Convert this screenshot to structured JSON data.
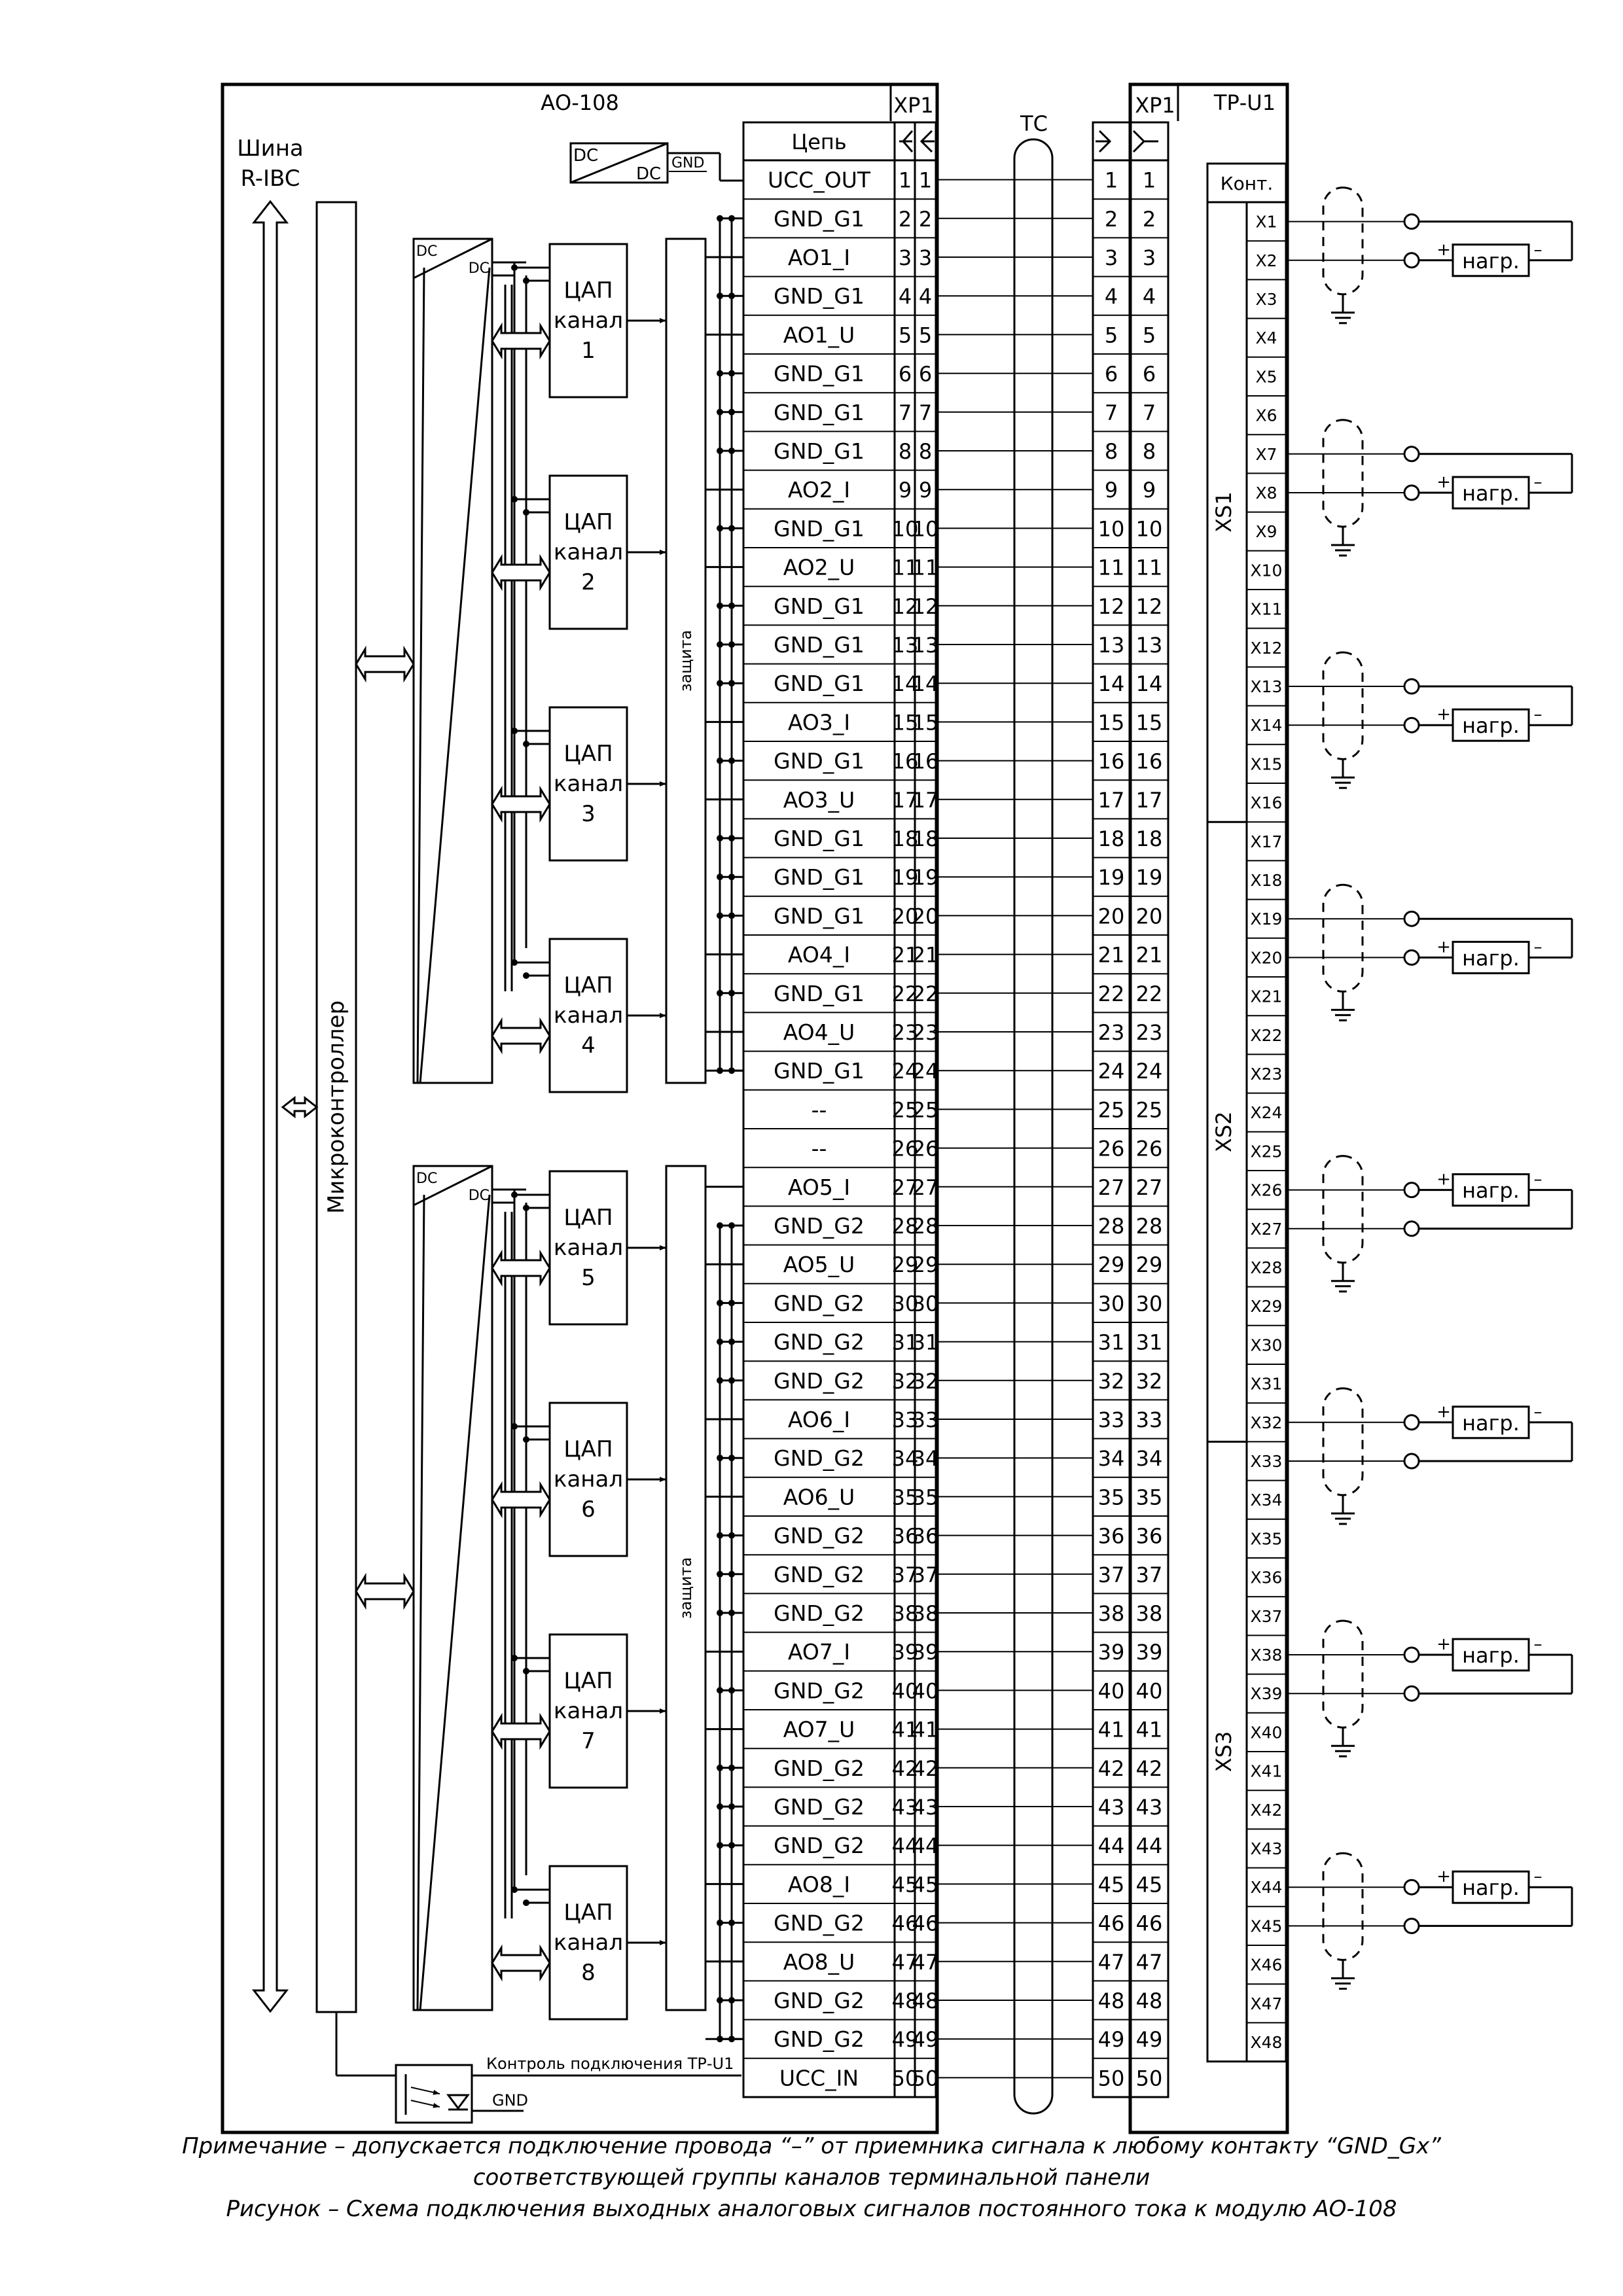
{
  "module": {
    "name": "АО-108",
    "bus_label": [
      "Шина",
      "R-IBC"
    ],
    "microcontroller_label": "Микроконтроллер",
    "dcdc_top": "DC",
    "dcdc_bottom": "DC",
    "ext_dcdc_top": "DC",
    "ext_dcdc_bottom": "DC",
    "ext_gnd": "GND",
    "protection_label": "защита",
    "dac_label": [
      "ЦАП",
      "канал"
    ],
    "dac_channels": [
      "1",
      "2",
      "3",
      "4",
      "5",
      "6",
      "7",
      "8"
    ],
    "control_label": "Контроль подключения ТР-U1",
    "control_gnd": "GND"
  },
  "connector_left": {
    "name": "ХР1",
    "header_circuit": "Цепь",
    "pins": [
      {
        "n": "1",
        "signal": "UCC_OUT"
      },
      {
        "n": "2",
        "signal": "GND_G1"
      },
      {
        "n": "3",
        "signal": "AO1_I"
      },
      {
        "n": "4",
        "signal": "GND_G1"
      },
      {
        "n": "5",
        "signal": "AO1_U"
      },
      {
        "n": "6",
        "signal": "GND_G1"
      },
      {
        "n": "7",
        "signal": "GND_G1"
      },
      {
        "n": "8",
        "signal": "GND_G1"
      },
      {
        "n": "9",
        "signal": "AO2_I"
      },
      {
        "n": "10",
        "signal": "GND_G1"
      },
      {
        "n": "11",
        "signal": "AO2_U"
      },
      {
        "n": "12",
        "signal": "GND_G1"
      },
      {
        "n": "13",
        "signal": "GND_G1"
      },
      {
        "n": "14",
        "signal": "GND_G1"
      },
      {
        "n": "15",
        "signal": "AO3_I"
      },
      {
        "n": "16",
        "signal": "GND_G1"
      },
      {
        "n": "17",
        "signal": "AO3_U"
      },
      {
        "n": "18",
        "signal": "GND_G1"
      },
      {
        "n": "19",
        "signal": "GND_G1"
      },
      {
        "n": "20",
        "signal": "GND_G1"
      },
      {
        "n": "21",
        "signal": "AO4_I"
      },
      {
        "n": "22",
        "signal": "GND_G1"
      },
      {
        "n": "23",
        "signal": "AO4_U"
      },
      {
        "n": "24",
        "signal": "GND_G1"
      },
      {
        "n": "25",
        "signal": "--"
      },
      {
        "n": "26",
        "signal": "--"
      },
      {
        "n": "27",
        "signal": "AO5_I"
      },
      {
        "n": "28",
        "signal": "GND_G2"
      },
      {
        "n": "29",
        "signal": "AO5_U"
      },
      {
        "n": "30",
        "signal": "GND_G2"
      },
      {
        "n": "31",
        "signal": "GND_G2"
      },
      {
        "n": "32",
        "signal": "GND_G2"
      },
      {
        "n": "33",
        "signal": "AO6_I"
      },
      {
        "n": "34",
        "signal": "GND_G2"
      },
      {
        "n": "35",
        "signal": "AO6_U"
      },
      {
        "n": "36",
        "signal": "GND_G2"
      },
      {
        "n": "37",
        "signal": "GND_G2"
      },
      {
        "n": "38",
        "signal": "GND_G2"
      },
      {
        "n": "39",
        "signal": "AO7_I"
      },
      {
        "n": "40",
        "signal": "GND_G2"
      },
      {
        "n": "41",
        "signal": "AO7_U"
      },
      {
        "n": "42",
        "signal": "GND_G2"
      },
      {
        "n": "43",
        "signal": "GND_G2"
      },
      {
        "n": "44",
        "signal": "GND_G2"
      },
      {
        "n": "45",
        "signal": "AO8_I"
      },
      {
        "n": "46",
        "signal": "GND_G2"
      },
      {
        "n": "47",
        "signal": "AO8_U"
      },
      {
        "n": "48",
        "signal": "GND_G2"
      },
      {
        "n": "49",
        "signal": "GND_G2"
      },
      {
        "n": "50",
        "signal": "UCC_IN"
      }
    ]
  },
  "cable": {
    "label": "ТС"
  },
  "terminal_panel": {
    "name": "ТР-U1",
    "connector": "ХР1",
    "contacts_header": "Конт.",
    "groups": [
      "XS1",
      "XS2",
      "XS3"
    ],
    "contacts": [
      "X1",
      "X2",
      "X3",
      "X4",
      "X5",
      "X6",
      "X7",
      "X8",
      "X9",
      "X10",
      "X11",
      "X12",
      "X13",
      "X14",
      "X15",
      "X16",
      "X17",
      "X18",
      "X19",
      "X20",
      "X21",
      "X22",
      "X23",
      "X24",
      "X25",
      "X26",
      "X27",
      "X28",
      "X29",
      "X30",
      "X31",
      "X32",
      "X33",
      "X34",
      "X35",
      "X36",
      "X37",
      "X38",
      "X39",
      "X40",
      "X41",
      "X42",
      "X43",
      "X44",
      "X45",
      "X46",
      "X47",
      "X48"
    ]
  },
  "load": {
    "label": "нагр.",
    "plus": "+",
    "minus": "–"
  },
  "captions": {
    "note_line1": "Примечание – допускается подключение провода “–” от приемника сигнала к любому контакту “GND_Gx”",
    "note_line2": "соответствующей группы каналов терминальной панели",
    "figure": "Рисунок – Схема подключения выходных аналоговых сигналов постоянного тока к модулю АО-108"
  }
}
